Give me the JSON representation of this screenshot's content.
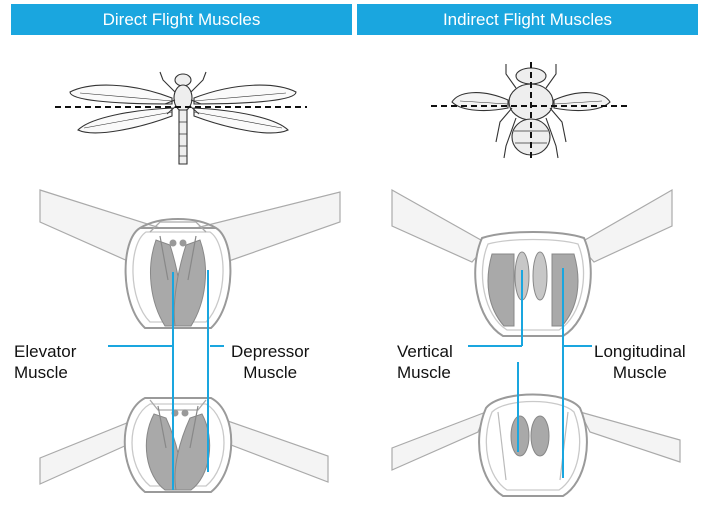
{
  "headers": {
    "direct": "Direct Flight Muscles",
    "indirect": "Indirect Flight Muscles"
  },
  "labels": {
    "elevator": [
      "Elevator",
      "Muscle"
    ],
    "depressor": [
      "Depressor",
      "Muscle"
    ],
    "vertical": [
      "Vertical",
      "Muscle"
    ],
    "longitudinal": [
      "Longitudinal",
      "Muscle"
    ]
  },
  "colors": {
    "header_bg": "#1aa6df",
    "leader_line": "#1aa6df",
    "muscle_fill": "#a9a9a9",
    "outline": "#9a9a9a"
  }
}
